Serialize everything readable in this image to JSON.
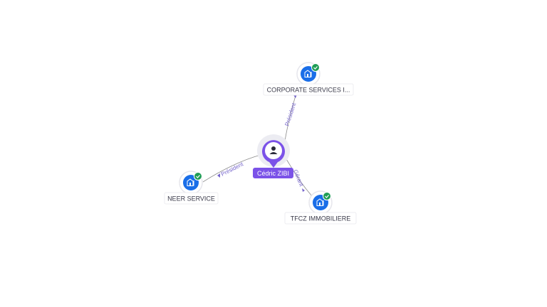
{
  "graph": {
    "center": {
      "name": "Cédric ZIBI",
      "icon": "person-icon"
    },
    "companies": [
      {
        "name": "CORPORATE SERVICES I...",
        "icon": "company-building-icon",
        "status_icon": "check-badge-icon"
      },
      {
        "name": "NEER SERVICE",
        "icon": "company-building-icon",
        "status_icon": "check-badge-icon"
      },
      {
        "name": "TFCZ IMMOBILIERE",
        "icon": "company-building-icon",
        "status_icon": "check-badge-icon"
      }
    ],
    "relations": [
      {
        "label": "Président"
      },
      {
        "label": "Président"
      },
      {
        "label": "Gérant"
      }
    ]
  },
  "colors": {
    "accent": "#7b52e8",
    "company": "#1a6ee8",
    "verified": "#1f9d55",
    "edge": "#8a8a8a",
    "edge_label": "#7766cc",
    "text": "#3a3a4a"
  }
}
